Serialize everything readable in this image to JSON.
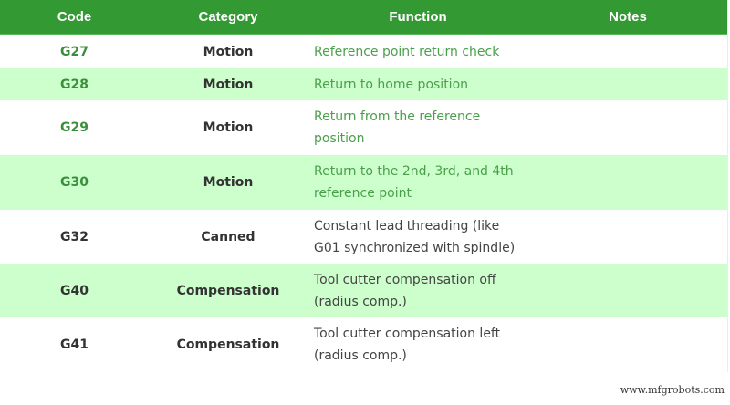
{
  "table": {
    "headers": {
      "code": "Code",
      "category": "Category",
      "function": "Function",
      "notes": "Notes"
    },
    "colors": {
      "header_bg": "#339933",
      "alt_row_bg": "#ccffcc",
      "green_text": "#3a8f3a",
      "dark_text": "#333333"
    },
    "rows": [
      {
        "code": "G27",
        "category": "Motion",
        "function_line1": "Reference point return check",
        "function_line2": "",
        "notes": ""
      },
      {
        "code": "G28",
        "category": "Motion",
        "function_line1": "Return to home position",
        "function_line2": "",
        "notes": ""
      },
      {
        "code": "G29",
        "category": "Motion",
        "function_line1": "Return from the reference",
        "function_line2": "position",
        "notes": ""
      },
      {
        "code": "G30",
        "category": "Motion",
        "function_line1": "Return to the 2nd, 3rd, and 4th",
        "function_line2": "reference point",
        "notes": ""
      },
      {
        "code": "G32",
        "category": "Canned",
        "function_line1": "Constant lead threading (like",
        "function_line2": "G01 synchronized with spindle)",
        "notes": ""
      },
      {
        "code": "G40",
        "category": "Compensation",
        "function_line1": "Tool cutter compensation off",
        "function_line2": "(radius comp.)",
        "notes": ""
      },
      {
        "code": "G41",
        "category": "Compensation",
        "function_line1": "Tool cutter compensation left",
        "function_line2": "(radius comp.)",
        "notes": ""
      }
    ]
  },
  "watermark": "www.mfgrobots.com"
}
